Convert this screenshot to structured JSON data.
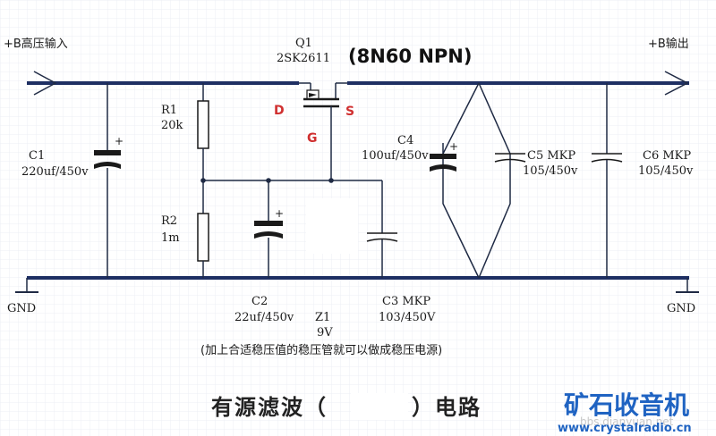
{
  "colors": {
    "wire": "#1f2a44",
    "bus": "#1e2f63",
    "component": "#111111",
    "grid": "#eceff4",
    "pin_label": "#d03030",
    "logo": "#1f63c2"
  },
  "labels": {
    "input": "+B高压输入",
    "output": "+B输出",
    "gnd_left": "GND",
    "gnd_right": "GND",
    "q1_ref": "Q1",
    "q1_part": "2SK2611",
    "q1_sub": "(8N60 NPN)",
    "pin_d": "D",
    "pin_s": "S",
    "pin_g": "G",
    "r1_ref": "R1",
    "r1_val": "20k",
    "r2_ref": "R2",
    "r2_val": "1m",
    "c1_ref": "C1",
    "c1_val": "220uf/450v",
    "c2_ref": "C2",
    "c2_val": "22uf/450v",
    "z1_ref": "Z1",
    "z1_val": "9V",
    "c3_ref": "C3 MKP",
    "c3_val": "103/450V",
    "c4_ref": "C4",
    "c4_val": "100uf/450v",
    "c5_ref": "C5 MKP",
    "c5_val": "105/450v",
    "c6_ref": "C6 MKP",
    "c6_val": "105/450v",
    "note": "(加上合适稳压值的稳压管就可以做成稳压电源)",
    "title_left": "有源滤波（",
    "title_right": "）电路"
  },
  "branding": {
    "logo": "矿石收音机",
    "url": "www.crystalradio.cn",
    "watermark": "bbs.dianyuan.net"
  }
}
